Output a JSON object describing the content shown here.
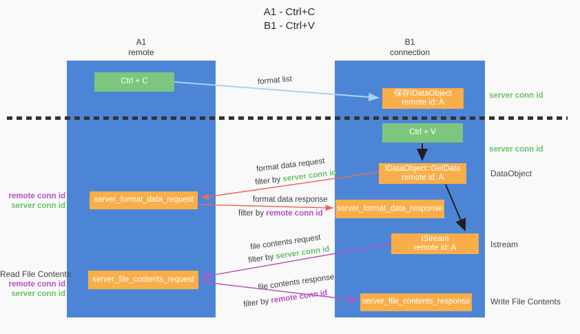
{
  "title": {
    "line1": "A1 - Ctrl+C",
    "line2": "B1 - Ctrl+V"
  },
  "lifelines": {
    "left": {
      "name": "A1",
      "role": "remote"
    },
    "right": {
      "name": "B1",
      "role": "connection"
    }
  },
  "boxes": {
    "ctrl_c": {
      "label": "Ctrl + C"
    },
    "save_dataobject": {
      "line1": "保存IDataObject",
      "line2": "remote id: A"
    },
    "ctrl_v": {
      "label": "Ctrl + V"
    },
    "getdata": {
      "line1": "IDataObject::GetData",
      "line2": "remote id: A"
    },
    "format_request": {
      "label": "server_format_data_request"
    },
    "format_response": {
      "label": "server_format_data_response"
    },
    "istream": {
      "line1": "IStream",
      "line2": "remote id: A"
    },
    "file_request": {
      "label": "server_file_contents_request"
    },
    "file_response": {
      "label": "server_file_contents_response"
    }
  },
  "flow_labels": {
    "format_list": "format list",
    "format_data_request": "format data request",
    "format_data_response": "format data response",
    "file_contents_request": "file contents request",
    "file_contents_response": "file contents response",
    "filter_by_1": "filter by ",
    "filter_by_2": "filter by ",
    "filter_by_3": "filter by ",
    "filter_by_4": "filter by ",
    "server_conn_id_a": "server conn id",
    "server_conn_id_b": "server conn id",
    "remote_conn_id_a": "remote conn id",
    "remote_conn_id_b": "remote conn id"
  },
  "side_labels": {
    "right": {
      "server_conn_id_top": "server conn id",
      "server_conn_id_mid": "server conn id",
      "dataobject": "DataObject",
      "istream": "Istream",
      "write_file_contents": "Write File Contents"
    },
    "left": {
      "remote_conn_id_top": "remote conn id",
      "server_conn_id_top": "server conn id",
      "read_file_contents": "Read File Contents",
      "remote_conn_id_bottom": "remote conn id",
      "server_conn_id_bottom": "server conn id"
    }
  },
  "colors": {
    "background": "#f9f9f9",
    "lifeline_blue": "#4d85d6",
    "box_green": "#7cc67d",
    "box_orange": "#f9ae49",
    "text_green": "#6abf69",
    "text_purple": "#b44ec6",
    "arrow_red": "#ee685c",
    "arrow_magenta": "#bb52bb",
    "arrow_blue": "#a9d3ee",
    "arrow_black": "#1f1f1f"
  }
}
